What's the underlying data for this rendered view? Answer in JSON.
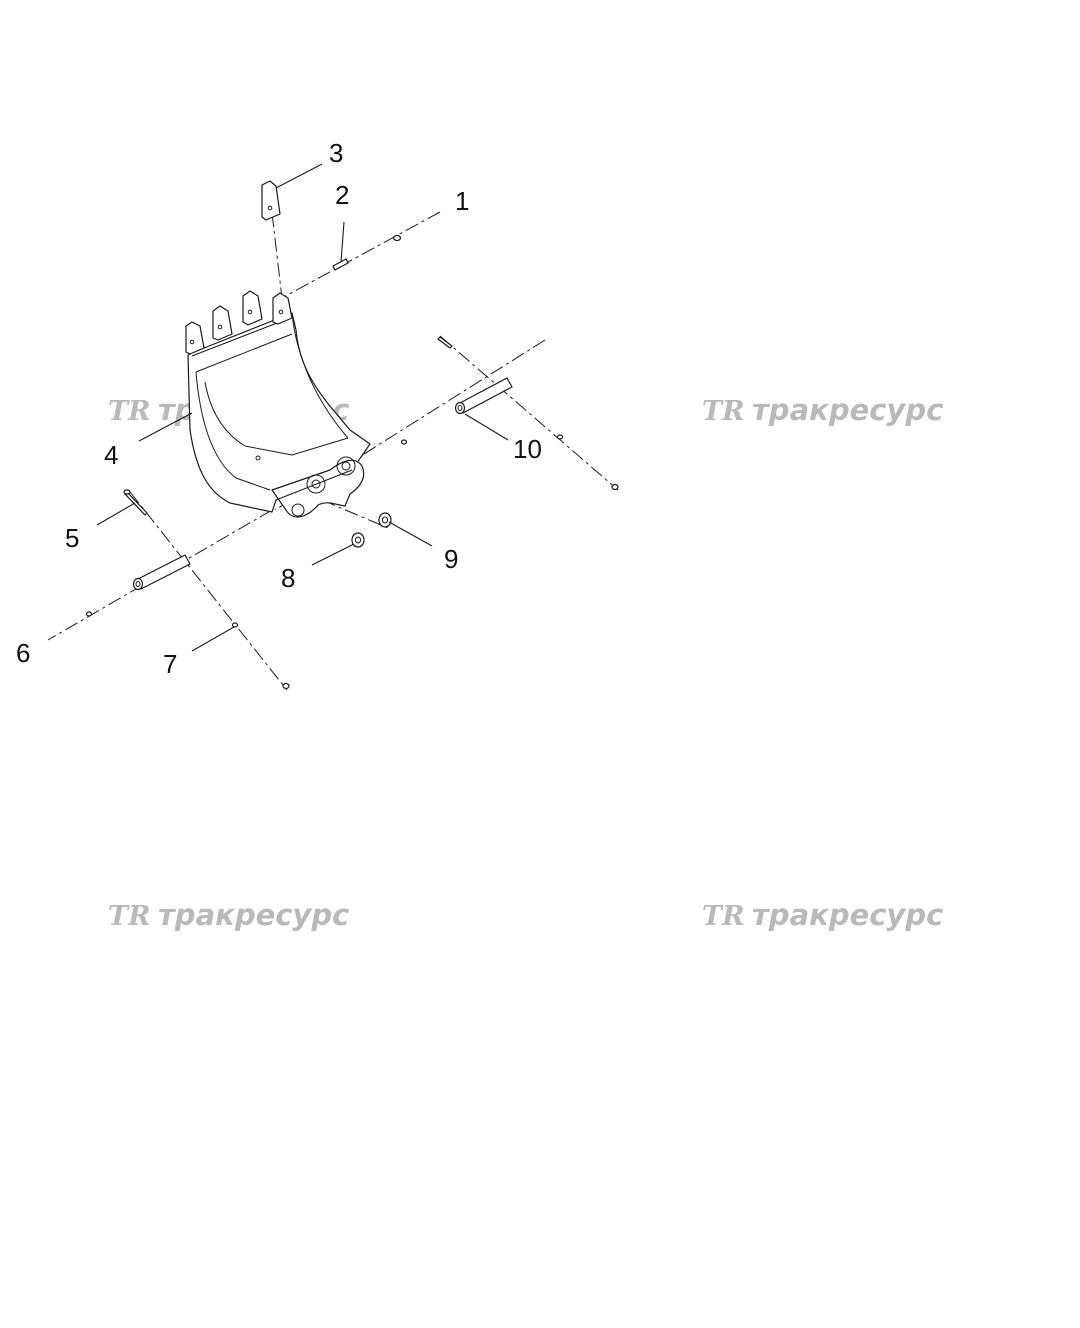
{
  "callouts": [
    "1",
    "2",
    "3",
    "4",
    "5",
    "6",
    "7",
    "8",
    "9",
    "10"
  ],
  "watermark": {
    "logo": "TR",
    "text": "тракресурс"
  },
  "colors": {
    "line": "#1a1a1a",
    "watermark": "#b9b9b9",
    "background": "#ffffff"
  }
}
